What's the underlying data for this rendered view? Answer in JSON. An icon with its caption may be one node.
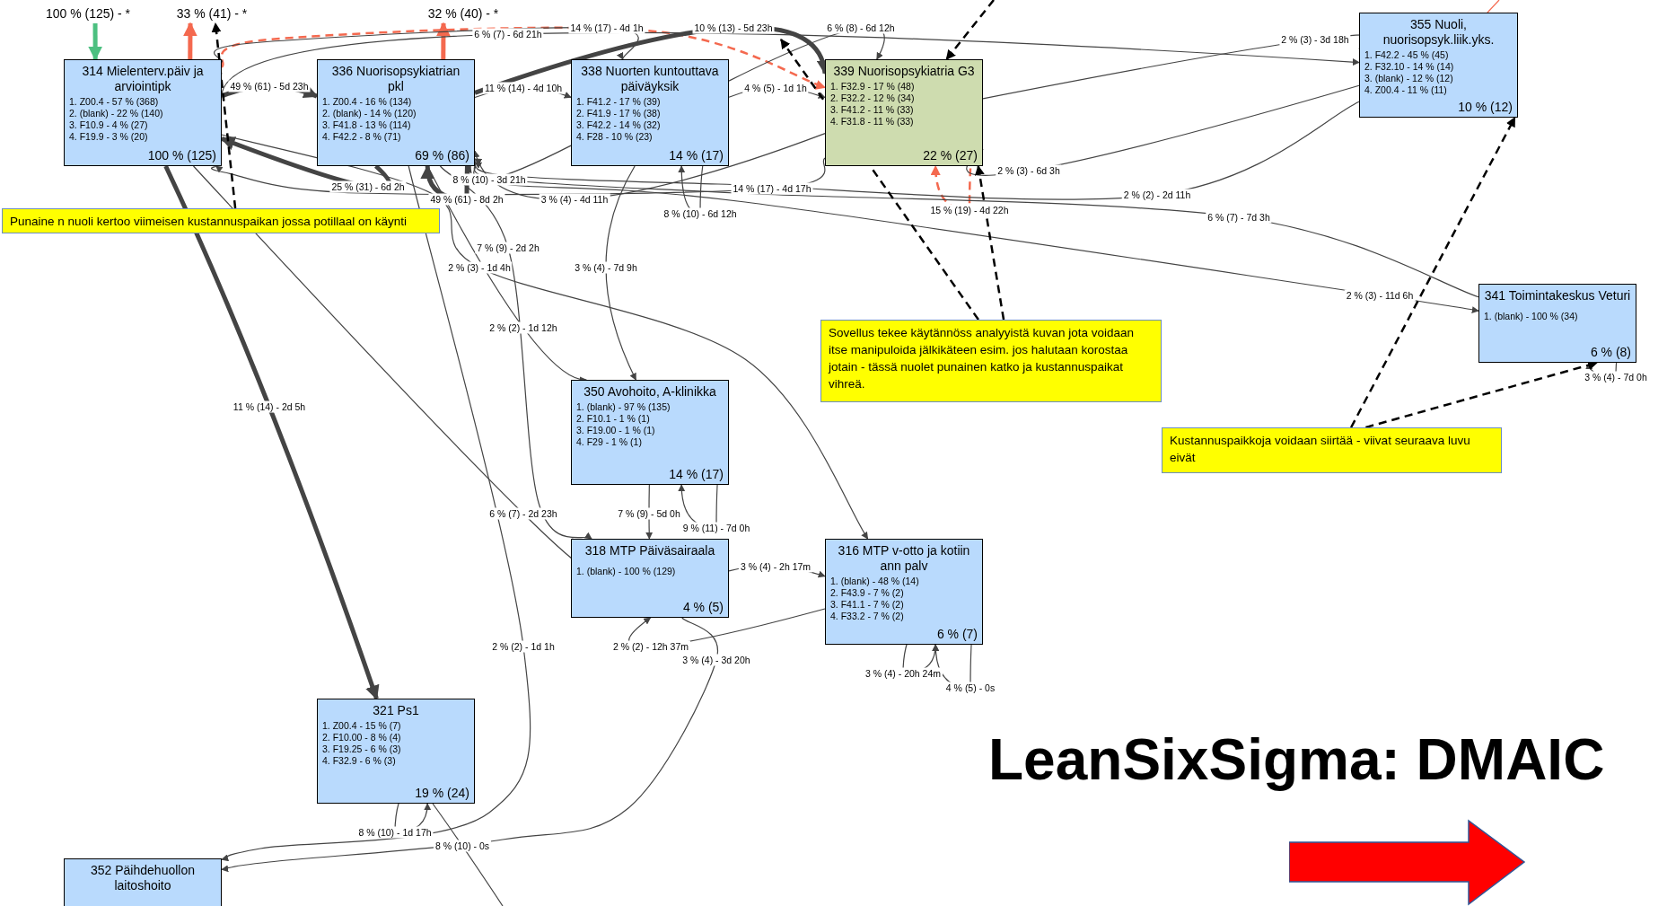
{
  "diagram": {
    "nodes": [
      {
        "text": [
          "100 % (125) - *"
        ]
      },
      {
        "text": [
          "33 % (41) - *"
        ]
      },
      {
        "text": [
          "32 % (40) - *"
        ]
      },
      {
        "text": [
          "314 Mielenterv.päiv ja arviointipk",
          "1. Z00.4 - 57 % (368)",
          "2. (blank) - 22 % (140)",
          "3. F10.9 - 4 % (27)",
          "4. F19.9 - 3 % (20)",
          "100 % (125)"
        ]
      },
      {
        "text": [
          "336 Nuorisopsykiatrian pkl",
          "1. Z00.4 - 16 % (134)",
          "2. (blank) - 14 % (120)",
          "3. F41.8 - 13 % (114)",
          "4. F42.2 - 8 % (71)",
          "69 % (86)"
        ]
      },
      {
        "text": [
          "338 Nuorten kuntouttava päiväyksik",
          "1. F41.2 - 17 % (39)",
          "2. F41.9 - 17 % (38)",
          "3. F42.2 - 14 % (32)",
          "4. F28 - 10 % (23)",
          "14 % (17)"
        ]
      },
      {
        "text": [
          "339 Nuorisopsykiatria G3",
          "1. F32.9 - 17 % (48)",
          "2. F32.2 - 12 % (34)",
          "3. F41.2 - 11 % (33)",
          "4. F31.8 - 11 % (33)",
          "22 % (27)"
        ]
      },
      {
        "text": [
          "355 Nuoli, nuorisopsyk.liik.yks.",
          "1. F42.2 - 45 % (45)",
          "2. F32.10 - 14 % (14)",
          "3. (blank) - 12 % (12)",
          "4. Z00.4 - 11 % (11)",
          "10 % (12)"
        ]
      },
      {
        "text": [
          "Punaine n nuoli kertoo viimeisen kustannuspaikan jossa potillaal on käynti"
        ]
      },
      {
        "text": [
          "341 Toimintakeskus Veturi",
          "1. (blank) - 100 % (34)",
          "6 % (8)"
        ]
      },
      {
        "text": [
          "Sovellus tekee käytännöss analyyistä kuvan jota voidaan itse manipuloida jälkikäteen esim. jos halutaan korostaa jotain - tässä nuolet punainen katko ja kustannuspaikat vihreä."
        ]
      },
      {
        "text": [
          "350 Avohoito, A-klinikka",
          "1. (blank) - 97 % (135)",
          "2. F10.1 - 1 % (1)",
          "3. F19.00 - 1 % (1)",
          "4. F29 - 1 % (1)",
          "14 % (17)"
        ]
      },
      {
        "text": [
          "Kustannuspaikkoja voidaan siirtää - viivat seuraava luvu eivät"
        ]
      },
      {
        "text": [
          "318 MTP Päiväsairaala",
          "1. (blank) - 100 % (129)",
          "4 % (5)"
        ]
      },
      {
        "text": [
          "316 MTP v-otto ja kotiin ann palv",
          "1. (blank) - 48 % (14)",
          "2. F43.9 - 7 % (2)",
          "3. F41.1 - 7 % (2)",
          "4. F33.2 - 7 % (2)",
          "6 % (7)"
        ]
      },
      {
        "text": [
          "321 Ps1",
          "1. Z00.4 - 15 % (7)",
          "2. F10.00 - 8 % (4)",
          "3. F19.25 - 6 % (3)",
          "4. F32.9 - 6 % (3)",
          "19 % (24)"
        ]
      },
      {
        "text": [
          "352 Päihdehuollon laitoshoito"
        ]
      }
    ],
    "edges": [
      {
        "from": 0,
        "to": 3,
        "arrow": "to",
        "style": "thick",
        "color": "#4cc080"
      },
      {
        "from": 3,
        "to": 1,
        "arrow": "to",
        "style": "thick",
        "color": "#f4694f"
      },
      {
        "from": 4,
        "to": 2,
        "arrow": "to",
        "style": "thick",
        "color": "#f4694f"
      },
      {
        "from": 3,
        "to": 6,
        "arrow": "to",
        "style": "dashed",
        "color": "#f4694f"
      },
      {
        "from": 6,
        "to": 6,
        "arrow": "to",
        "style": "dashed",
        "color": "#f4694f",
        "label": "15 % (19) - 4d 22h"
      },
      {
        "from": 3,
        "to": 4,
        "arrow": "to",
        "style": "thick",
        "label": "49 % (61) - 5d 23h"
      },
      {
        "from": 4,
        "to": 5,
        "arrow": "to",
        "label": "11 % (14) - 4d 10h"
      },
      {
        "from": 3,
        "to": 5,
        "arrow": "to",
        "label": "14 % (17) - 4d 1h"
      },
      {
        "from": 4,
        "to": 6,
        "arrow": "to",
        "style": "thick",
        "label": "10 % (13) - 5d 23h"
      },
      {
        "from": 5,
        "to": 6,
        "arrow": "to",
        "label": "6 % (8) - 6d 12h"
      },
      {
        "from": 3,
        "to": 7,
        "arrow": "to",
        "label": "6 % (7) - 6d 21h"
      },
      {
        "from": 6,
        "to": 7,
        "arrow": "to",
        "label": "2 % (3) - 3d 18h"
      },
      {
        "from": 5,
        "to": 6,
        "arrow": "to",
        "label": "4 % (5) - 1d 1h"
      },
      {
        "from": 4,
        "to": 3,
        "arrow": "to",
        "style": "thick",
        "label": "25 % (31) - 6d 2h"
      },
      {
        "from": 4,
        "to": 4,
        "arrow": "to",
        "style": "thick",
        "label": "49 % (61) - 8d 2h"
      },
      {
        "from": 5,
        "to": 4,
        "arrow": "to",
        "label": "8 % (10) - 3d 21h"
      },
      {
        "from": 6,
        "to": 4,
        "arrow": "to",
        "label": "3 % (4) - 4d 11h"
      },
      {
        "from": 6,
        "to": 3,
        "arrow": "to",
        "label": "14 % (17) - 4d 17h"
      },
      {
        "from": 5,
        "to": 5,
        "arrow": "to",
        "label": "8 % (10) - 6d 12h"
      },
      {
        "from": 7,
        "to": 6,
        "arrow": "to",
        "label": "2 % (3) - 6d 3h"
      },
      {
        "from": 7,
        "to": 4,
        "arrow": "to",
        "label": "2 % (2) - 2d 11h"
      },
      {
        "from": 9,
        "to": 4,
        "arrow": "to",
        "label": "6 % (7) - 7d 3h"
      },
      {
        "from": 4,
        "to": 9,
        "arrow": "to",
        "label": "2 % (3) - 11d 6h"
      },
      {
        "from": 9,
        "to": 9,
        "arrow": "to",
        "label": "3 % (4) - 7d 0h"
      },
      {
        "from": 4,
        "to": 13,
        "arrow": "to",
        "label": "7 % (9) - 2d 2h"
      },
      {
        "from": 3,
        "to": 14,
        "arrow": "to",
        "label": "2 % (3) - 1d 4h"
      },
      {
        "from": 5,
        "to": 11,
        "arrow": "to",
        "label": "3 % (4) - 7d 9h"
      },
      {
        "from": 4,
        "to": 11,
        "arrow": "to",
        "label": "2 % (2) - 1d 12h"
      },
      {
        "from": 3,
        "to": 15,
        "arrow": "to",
        "style": "thick",
        "label": "11 % (14) - 2d 5h"
      },
      {
        "from": 3,
        "to": 13,
        "arrow": "to",
        "label": "6 % (7) - 2d 23h"
      },
      {
        "from": 11,
        "to": 13,
        "arrow": "to",
        "label": "7 % (9) - 5d 0h"
      },
      {
        "from": 11,
        "to": 11,
        "arrow": "to",
        "label": "9 % (11) - 7d 0h"
      },
      {
        "from": 13,
        "to": 14,
        "arrow": "to",
        "label": "3 % (4) - 2h 17m"
      },
      {
        "from": 14,
        "to": 13,
        "arrow": "to",
        "label": "2 % (2) - 12h 37m"
      },
      {
        "from": 13,
        "to": 16,
        "arrow": "to",
        "label": "3 % (4) - 3d 20h"
      },
      {
        "from": 4,
        "to": 16,
        "arrow": "to",
        "label": "2 % (2) - 1d 1h"
      },
      {
        "from": 14,
        "to": 14,
        "arrow": "to",
        "label": "3 % (4) - 20h 24m"
      },
      {
        "from": 14,
        "to": 14,
        "arrow": "to",
        "label": "4 % (5) - 0s"
      },
      {
        "from": 15,
        "to": 15,
        "arrow": "to",
        "label": "8 % (10) - 1d 17h"
      },
      {
        "from": 15,
        "to": null,
        "arrow": "none",
        "label": "8 % (10) - 0s"
      },
      {
        "from": 8,
        "to": 1,
        "arrow": "to",
        "style": "dashed",
        "color": "#000000"
      },
      {
        "from": 10,
        "to": null,
        "arrow": "to",
        "style": "dashed",
        "color": "#000000"
      },
      {
        "from": 10,
        "to": 6,
        "arrow": "to",
        "style": "dashed",
        "color": "#000000"
      },
      {
        "from": null,
        "to": 6,
        "arrow": "to",
        "style": "dashed",
        "color": "#000000"
      },
      {
        "from": 12,
        "to": 7,
        "arrow": "to",
        "style": "dashed",
        "color": "#000000"
      },
      {
        "from": 12,
        "to": 9,
        "arrow": "to",
        "style": "dashed",
        "color": "#000000"
      },
      {
        "from": 7,
        "to": null,
        "arrow": "none",
        "color": "#f4694f"
      }
    ],
    "labels": [
      "LeanSixSigma: DMAIC"
    ]
  }
}
